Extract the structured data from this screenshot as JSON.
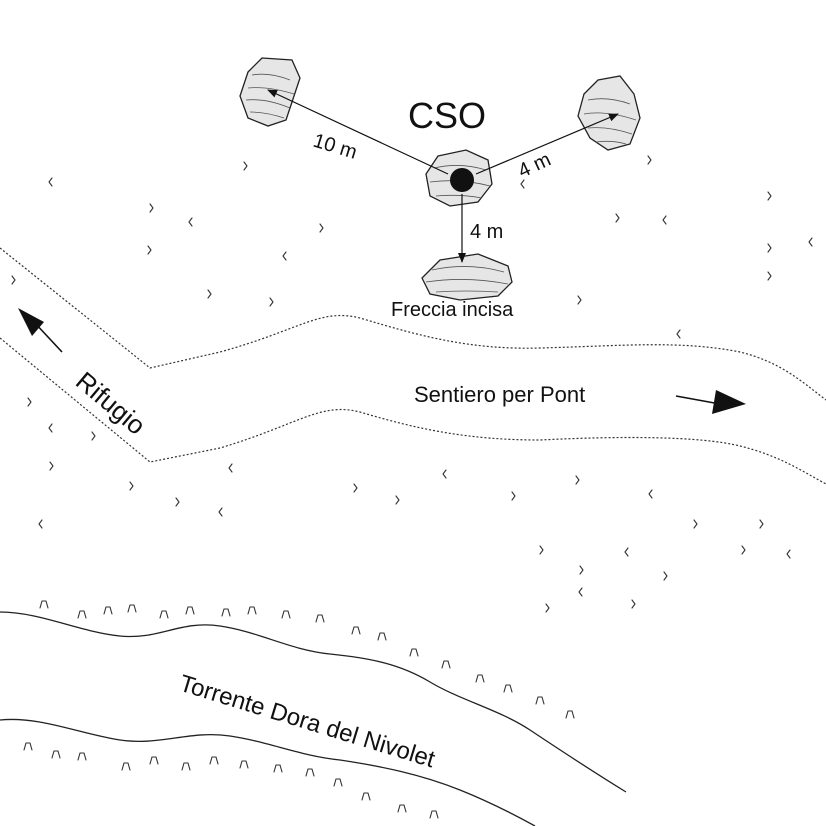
{
  "control_point": {
    "label": "CSO"
  },
  "distances": {
    "left_rock": "10 m",
    "right_rock": "4 m",
    "south_rock": "4 m"
  },
  "south_rock_label": "Freccia incisa",
  "trail": {
    "label": "Sentiero per Pont",
    "hut_label": "Rifugio"
  },
  "stream": {
    "label": "Torrente Dora del Nivolet"
  }
}
